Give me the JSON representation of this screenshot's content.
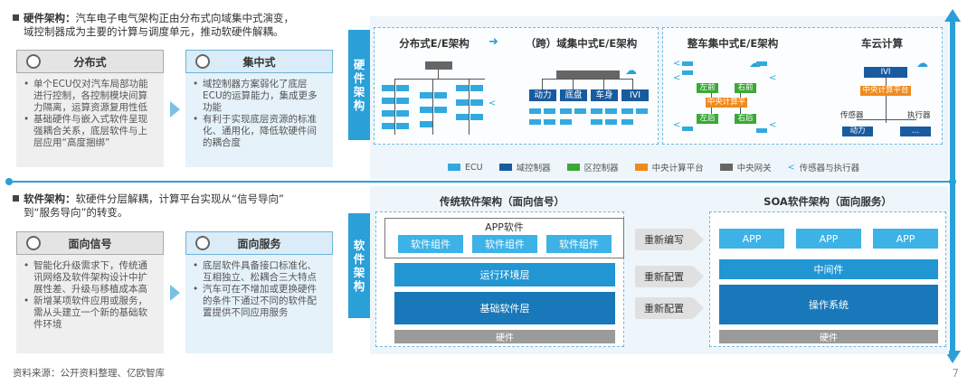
{
  "hardware": {
    "headline_bold": "硬件架构：",
    "headline_line1": "汽车电子电气架构正由分布式向域集中式演变，",
    "headline_line2": "域控制器成为主要的计算与调度单元，推动软硬件解耦。",
    "distributed": {
      "title": "分布式",
      "bullets": [
        "单个ECU仅对汽车局部功能进行控制，各控制模块间算力隔离，运算资源复用性低",
        "基础硬件与嵌入式软件呈现强耦合关系，底层软件与上层应用“高度捆绑”"
      ]
    },
    "centralized": {
      "title": "集中式",
      "bullets": [
        "域控制器方案弱化了底层ECU的运算能力，集成更多功能",
        "有利于实现底层资源的标准化、通用化，降低软硬件间的耦合度"
      ]
    },
    "side_label": [
      "硬",
      "件",
      "架",
      "构"
    ],
    "diagram": {
      "titles": {
        "distributed": "分布式E/E架构",
        "domain": "（跨）域集中式E/E架构",
        "vehicle": "整车集中式E/E架构",
        "cloud": "车云计算"
      },
      "domains": [
        "动力",
        "底盘",
        "车身",
        "IVI"
      ],
      "zones": [
        "左前",
        "右前",
        "左后",
        "右后"
      ],
      "central_platform": "中央计算平台",
      "cloud_labels": {
        "ivi": "IVI",
        "platform": "中央计算平台",
        "sensor": "传感器",
        "actuator": "执行器",
        "power": "动力",
        "dots": "…"
      },
      "legend": [
        "ECU",
        "域控制器",
        "区控制器",
        "中央计算平台",
        "中央网关",
        "传感器与执行器"
      ],
      "colors": {
        "ecu": "#32a9df",
        "domain": "#1a5b9f",
        "zone": "#3aa935",
        "cpu": "#f08a1c",
        "gateway": "#666666"
      }
    }
  },
  "software": {
    "headline_bold": "软件架构：",
    "headline_line1": "软硬件分层解耦，计算平台实现从“信号导向”",
    "headline_line2": "到“服务导向”的转变。",
    "signal": {
      "title": "面向信号",
      "bullets": [
        "智能化升级需求下，传统通讯网络及软件架构设计中扩展性差、升级与移植成本高",
        "新增某项软件应用或服务，需从头建立一个新的基础软件环境"
      ]
    },
    "service": {
      "title": "面向服务",
      "bullets": [
        "底层软件具备接口标准化、互相独立、松耦合三大特点",
        "汽车可在不增加或更换硬件的条件下通过不同的软件配置提供不同应用服务"
      ]
    },
    "side_label": [
      "软",
      "件",
      "架",
      "构"
    ],
    "traditional": {
      "title": "传统软件架构（面向信号）",
      "app_title": "APP软件",
      "components": [
        "软件组件",
        "软件组件",
        "软件组件"
      ],
      "runtime": "运行环境层",
      "basic": "基础软件层",
      "hardware": "硬件"
    },
    "actions": [
      "重新编写",
      "重新配置",
      "重新配置"
    ],
    "soa": {
      "title": "SOA软件架构（面向服务）",
      "apps": [
        "APP",
        "APP",
        "APP"
      ],
      "middleware": "中间件",
      "os": "操作系统",
      "hardware": "硬件"
    }
  },
  "footer": {
    "source": "资料来源：公开资料整理、亿欧智库",
    "page": "7"
  }
}
